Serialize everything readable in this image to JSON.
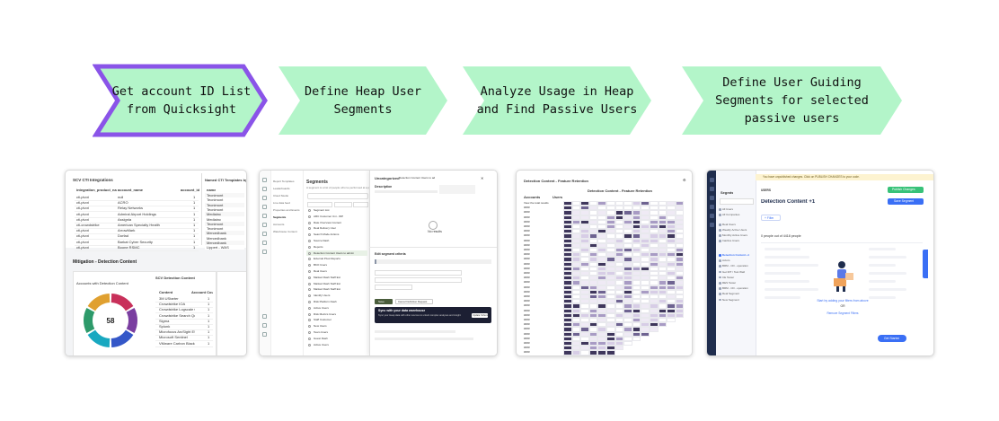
{
  "steps": [
    {
      "label": "Get account ID List\nfrom Quicksight",
      "highlighted": true
    },
    {
      "label": "Define Heap User\nSegments",
      "highlighted": false
    },
    {
      "label": "Analyze Usage in Heap\nand Find Passive Users",
      "highlighted": false
    },
    {
      "label": "Define User Guiding\nSegments for selected\npassive users",
      "highlighted": false
    }
  ],
  "colors": {
    "chevron_fill": "#b3f5c9",
    "highlight_stroke": "#8a54e8"
  },
  "screens": {
    "quicksight": {
      "table1_title": "SCV CTI Integrations",
      "table1_headers": [
        "integration_product_na...",
        "account_name",
        "account_id"
      ],
      "table1_rows": [
        [
          "cti-pivot",
          "null",
          "1"
        ],
        [
          "cti-pivot",
          "ACRO",
          "1"
        ],
        [
          "cti-pivot",
          "Relay Networks",
          "1"
        ],
        [
          "cti-pivot",
          "Admiral Airport Holdings",
          "1"
        ],
        [
          "cti-pivot",
          "Assignla",
          "1"
        ],
        [
          "cti-crowdstrike",
          "American Specialty Health",
          "1"
        ],
        [
          "cti-pivot",
          "ArrowMark",
          "1"
        ],
        [
          "cti-pivot",
          "Dorfad",
          "1"
        ],
        [
          "cti-pivot",
          "Barkat Cyber Security",
          "1"
        ],
        [
          "cti-pivot",
          "Boone RSMC",
          "1"
        ]
      ],
      "table2_title": "Named CTI Templates by",
      "table2_header": "name",
      "table2_rows": [
        "Tecnimont",
        "Tecnimont",
        "Tecnimont",
        "Tecnimont",
        "Mediainc",
        "Mediainc",
        "Tecnimont",
        "Tecnimont",
        "Mercedbank",
        "Mercedbank",
        "Mercedbank",
        "Lippert - WAS"
      ],
      "section_title": "Mitigation - Detection Content",
      "donut_title": "Accounts with Detection Content",
      "donut_value": "58",
      "donut_colors": [
        "#c8305a",
        "#7a3ea0",
        "#3457c8",
        "#18a8c0",
        "#2d9a6a",
        "#e0a030"
      ],
      "table3_title": "SCV Detection Content",
      "table3_headers": [
        "Content",
        "Account Cou",
        "Co"
      ],
      "table3_rows": [
        [
          "3M UStarter",
          "1"
        ],
        [
          "Crowdstrike IOA",
          "1"
        ],
        [
          "Crowdstrike Logscale Query",
          "1"
        ],
        [
          "Crowdstrike Search Query",
          "1"
        ],
        [
          "Sigma",
          "1"
        ],
        [
          "Splunk",
          "1"
        ],
        [
          "Microfocus ArcSight ESM",
          "1"
        ],
        [
          "Microsoft Sentinel",
          "1"
        ],
        [
          "VMware Carbon Black EDR",
          "1"
        ]
      ]
    },
    "heap": {
      "title": "Segments",
      "subtitle": "A segment is a list of people who've performed at a particular time",
      "side_items": [
        "Report Templates",
        "Leaderboards",
        "Cloud Studio",
        "Live data feed",
        "Properties and Events",
        "Segments",
        "Accounts",
        "Warehouse Content"
      ],
      "panel_title": "Uncategorized",
      "panel_tab": "Detection Content Users to admin",
      "description_label": "Description",
      "no_results": "No results",
      "edit_title": "Edit segment criteria",
      "sync_title": "Sync with your data warehouse",
      "sync_text": "Sync your Heap data with other sources to unlock complex analyses and insights",
      "sync_button": "Update Schema",
      "save_button": "Save",
      "cancel_button": "Cancel Definition Request",
      "segment_items": [
        "Segment List",
        "ARC Customer Uni - IDP",
        "Rate Overview Content",
        "Real Delivery User",
        "Search Mode Actions",
        "Source Dash",
        "Reports",
        "Detection Content Users to admin",
        "External Pivot Reports",
        "BKO Users",
        "Real Users",
        "Marked Dash Staff Ext",
        "Marked Dash Staff Ext",
        "Marked Dash Staff Ext",
        "Identify Users",
        "Risk Platform Dash",
        "Active Users",
        "Risk Metrics Users",
        "Staff Customer",
        "New Users",
        "Team Users",
        "Guest Dash",
        "Active Users"
      ]
    },
    "retention": {
      "title": "Detection Content - Feature Retention",
      "chart_title": "Detection Content - Feature Retention",
      "first_col": "Accounts",
      "second_col": "Users",
      "row_labels": [
        "View the total results",
        "####",
        "####",
        "####",
        "####",
        "####",
        "####",
        "####",
        "####",
        "####",
        "####",
        "####",
        "####",
        "####",
        "####",
        "####",
        "####",
        "####",
        "####",
        "####",
        "####",
        "####",
        "####",
        "####",
        "####",
        "####",
        "####",
        "####",
        "####",
        "####",
        "####",
        "####",
        "####",
        "####",
        "####"
      ]
    },
    "userguiding": {
      "banner": "You have unpublished changes. Click on PUBLISH CHANGES to your code.",
      "publish_button": "Publish Changes",
      "section_label": "Segmts",
      "breadcrumb": "USERS",
      "title": "Detection Content +1",
      "save_button": "Save Segment",
      "filter_button": "+ Filter",
      "count_text": "0 people out of 4418 people",
      "empty_text": "Start by adding your filters from above",
      "or_text": "OR",
      "link_text": "Remove Segment Filters",
      "get_started": "Get Started",
      "nav_items": [
        "All Users",
        "All Companies",
        "Real Users",
        "Weekly Active Users",
        "Monthly Active Users",
        "Inactive Users",
        "Detection Content +1",
        "Actors",
        "BRM - CD - operation",
        "Get IRT / Test Wall",
        "CE Tester",
        "RES Tester",
        "BRM - CD - operation",
        "Real Segment",
        "New Segment"
      ]
    }
  }
}
